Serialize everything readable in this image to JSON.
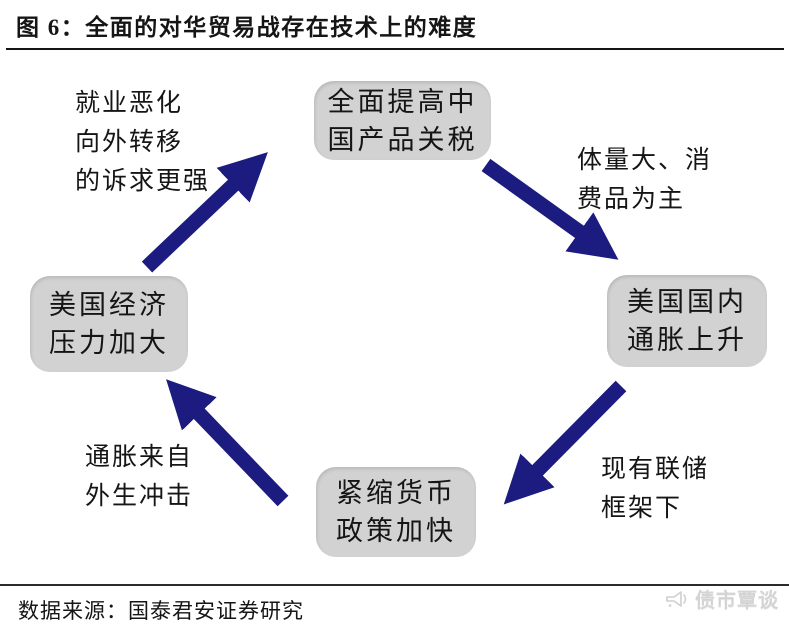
{
  "title": "图 6：全面的对华贸易战存在技术上的难度",
  "nodes": {
    "top": {
      "lines": [
        "全面提高中",
        "国产品关税"
      ]
    },
    "right": {
      "lines": [
        "美国国内",
        "通胀上升"
      ]
    },
    "bottom": {
      "lines": [
        "紧缩货币",
        "政策加快"
      ]
    },
    "left": {
      "lines": [
        "美国经济",
        "压力加大"
      ]
    }
  },
  "labels": {
    "top_left": {
      "lines": [
        "就业恶化",
        "向外转移",
        "的诉求更强"
      ]
    },
    "top_right": {
      "lines": [
        "体量大、消",
        "费品为主"
      ]
    },
    "bottom_right": {
      "lines": [
        "现有联储",
        "框架下"
      ]
    },
    "bottom_left": {
      "lines": [
        "通胀来自",
        "外生冲击"
      ]
    }
  },
  "colors": {
    "arrow": "#1b1b80",
    "node_fill": "#d2d2d2",
    "watermark_text": "#d4d4d4"
  },
  "footer": {
    "source": "数据来源：国泰君安证券研究",
    "watermark": "债市覃谈",
    "watermark_icon": "megaphone"
  }
}
